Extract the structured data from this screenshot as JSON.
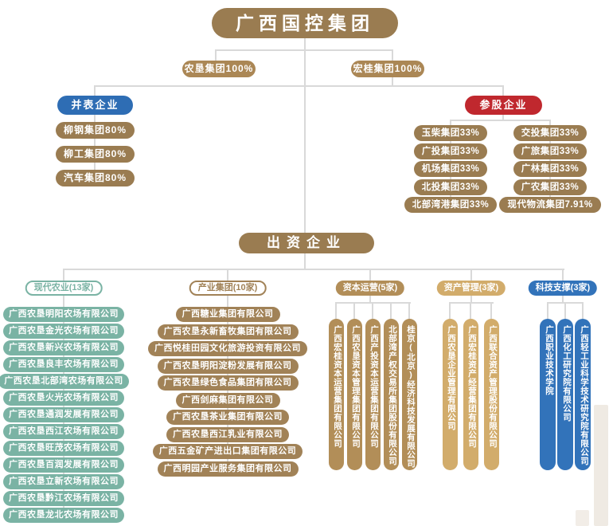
{
  "root": {
    "label": "广西国控集团"
  },
  "branches": [
    {
      "label": "农垦集团100%"
    },
    {
      "label": "宏桂集团100%"
    }
  ],
  "consolidated": {
    "title": "并表企业",
    "items": [
      "柳钢集团80%",
      "柳工集团80%",
      "汽车集团80%"
    ]
  },
  "equity": {
    "title": "参股企业",
    "columns": [
      [
        "玉柴集团33%",
        "广投集团33%",
        "机场集团33%",
        "北投集团33%",
        "北部湾港集团33%"
      ],
      [
        "交投集团33%",
        "广旅集团33%",
        "广林集团33%",
        "广农集团33%",
        "现代物流集团7.91%"
      ]
    ]
  },
  "invested": {
    "title": "出资企业"
  },
  "categories": [
    {
      "label": "现代农业(13家)",
      "items": [
        "广西农垦明阳农场有限公司",
        "广西农垦金光农场有限公司",
        "广西农垦新兴农场有限公司",
        "广西农垦良丰农场有限公司",
        "广西农垦北部湾农场有限公司",
        "广西农垦火光农场有限公司",
        "广西农垦通润发展有限公司",
        "广西农垦西江农场有限公司",
        "广西农垦旺茂农场有限公司",
        "广西农垦百润发展有限公司",
        "广西农垦立新农场有限公司",
        "广西农垦黔江农场有限公司",
        "广西农垦龙北农场有限公司"
      ]
    },
    {
      "label": "产业集团(10家)",
      "items": [
        "广西糖业集团有限公司",
        "广西农垦永新畜牧集团有限公司",
        "广西悦桂田园文化旅游投资有限公司",
        "广西农垦明阳淀粉发展有限公司",
        "广西农垦绿色食品集团有限公司",
        "广西剑麻集团有限公司",
        "广西农垦茶业集团有限公司",
        "广西农垦西江乳业有限公司",
        "广西五金矿产进出口集团有限公司",
        "广西明园产业服务集团有限公司"
      ]
    },
    {
      "label": "资本运营(5家)",
      "items": [
        "广西宏桂资本运营集团有限公司",
        "广西农垦资本管理集团有限公司",
        "广西产投资本运营集团有限公司",
        "北部湾产权交易所集团股份有限公司",
        "桂京(北京)经济科技发展有限公司"
      ]
    },
    {
      "label": "资产管理(3家)",
      "items": [
        "广西农垦企业管理有限公司",
        "广西宏桂资产经营集团有限公司",
        "广西联合资产管理股份有限公司"
      ]
    },
    {
      "label": "科技支撑(3家)",
      "items": [
        "广西职业技术学院",
        "广西化工研究院有限公司",
        "广西轻工业科学技术研究院有限公司"
      ]
    }
  ],
  "colors": {
    "root_brown": "#9a7c51",
    "label_gold": "#ab8755",
    "blue": "#2e6db4",
    "red": "#c0282e",
    "teal": "#7ab3a4",
    "industry_brown": "#a18257",
    "capital_gold": "#b28e58",
    "asset_gold": "#d2ac6b",
    "tech_blue": "#3273ba",
    "line_grey": "#d9d9d9"
  }
}
